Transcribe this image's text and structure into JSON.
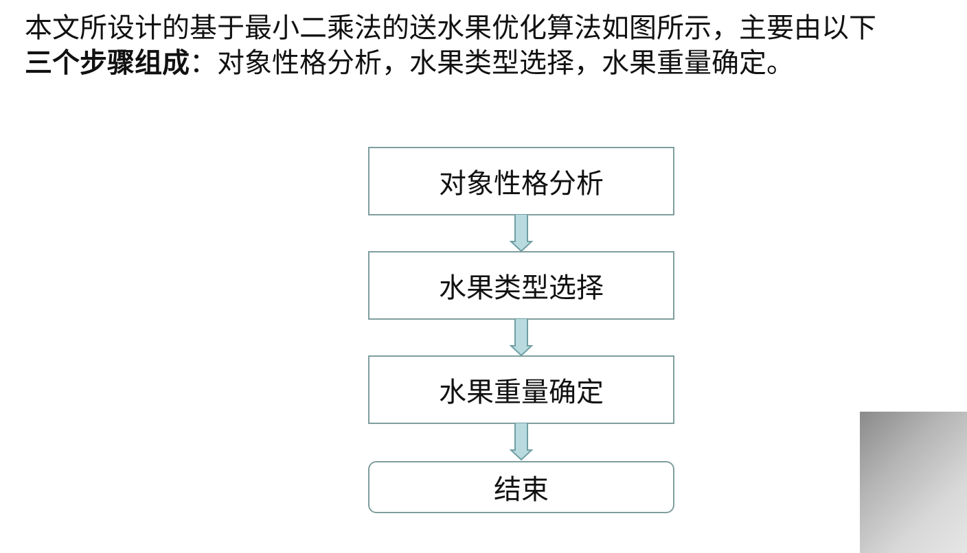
{
  "intro": {
    "line1": "本文所设计的基于最小二乘法的送水果优化算法如图所示，主要由以下",
    "line2_bold": "三个步骤组成",
    "line2_rest": "：对象性格分析，水果类型选择，水果重量确定。"
  },
  "flowchart": {
    "steps": [
      {
        "label": "对象性格分析"
      },
      {
        "label": "水果类型选择"
      },
      {
        "label": "水果重量确定"
      },
      {
        "label": "结束"
      }
    ]
  },
  "colors": {
    "box_border": "#7f9d9d",
    "arrow_fill": "#b9dbdf",
    "arrow_stroke": "#6f9ea3"
  }
}
